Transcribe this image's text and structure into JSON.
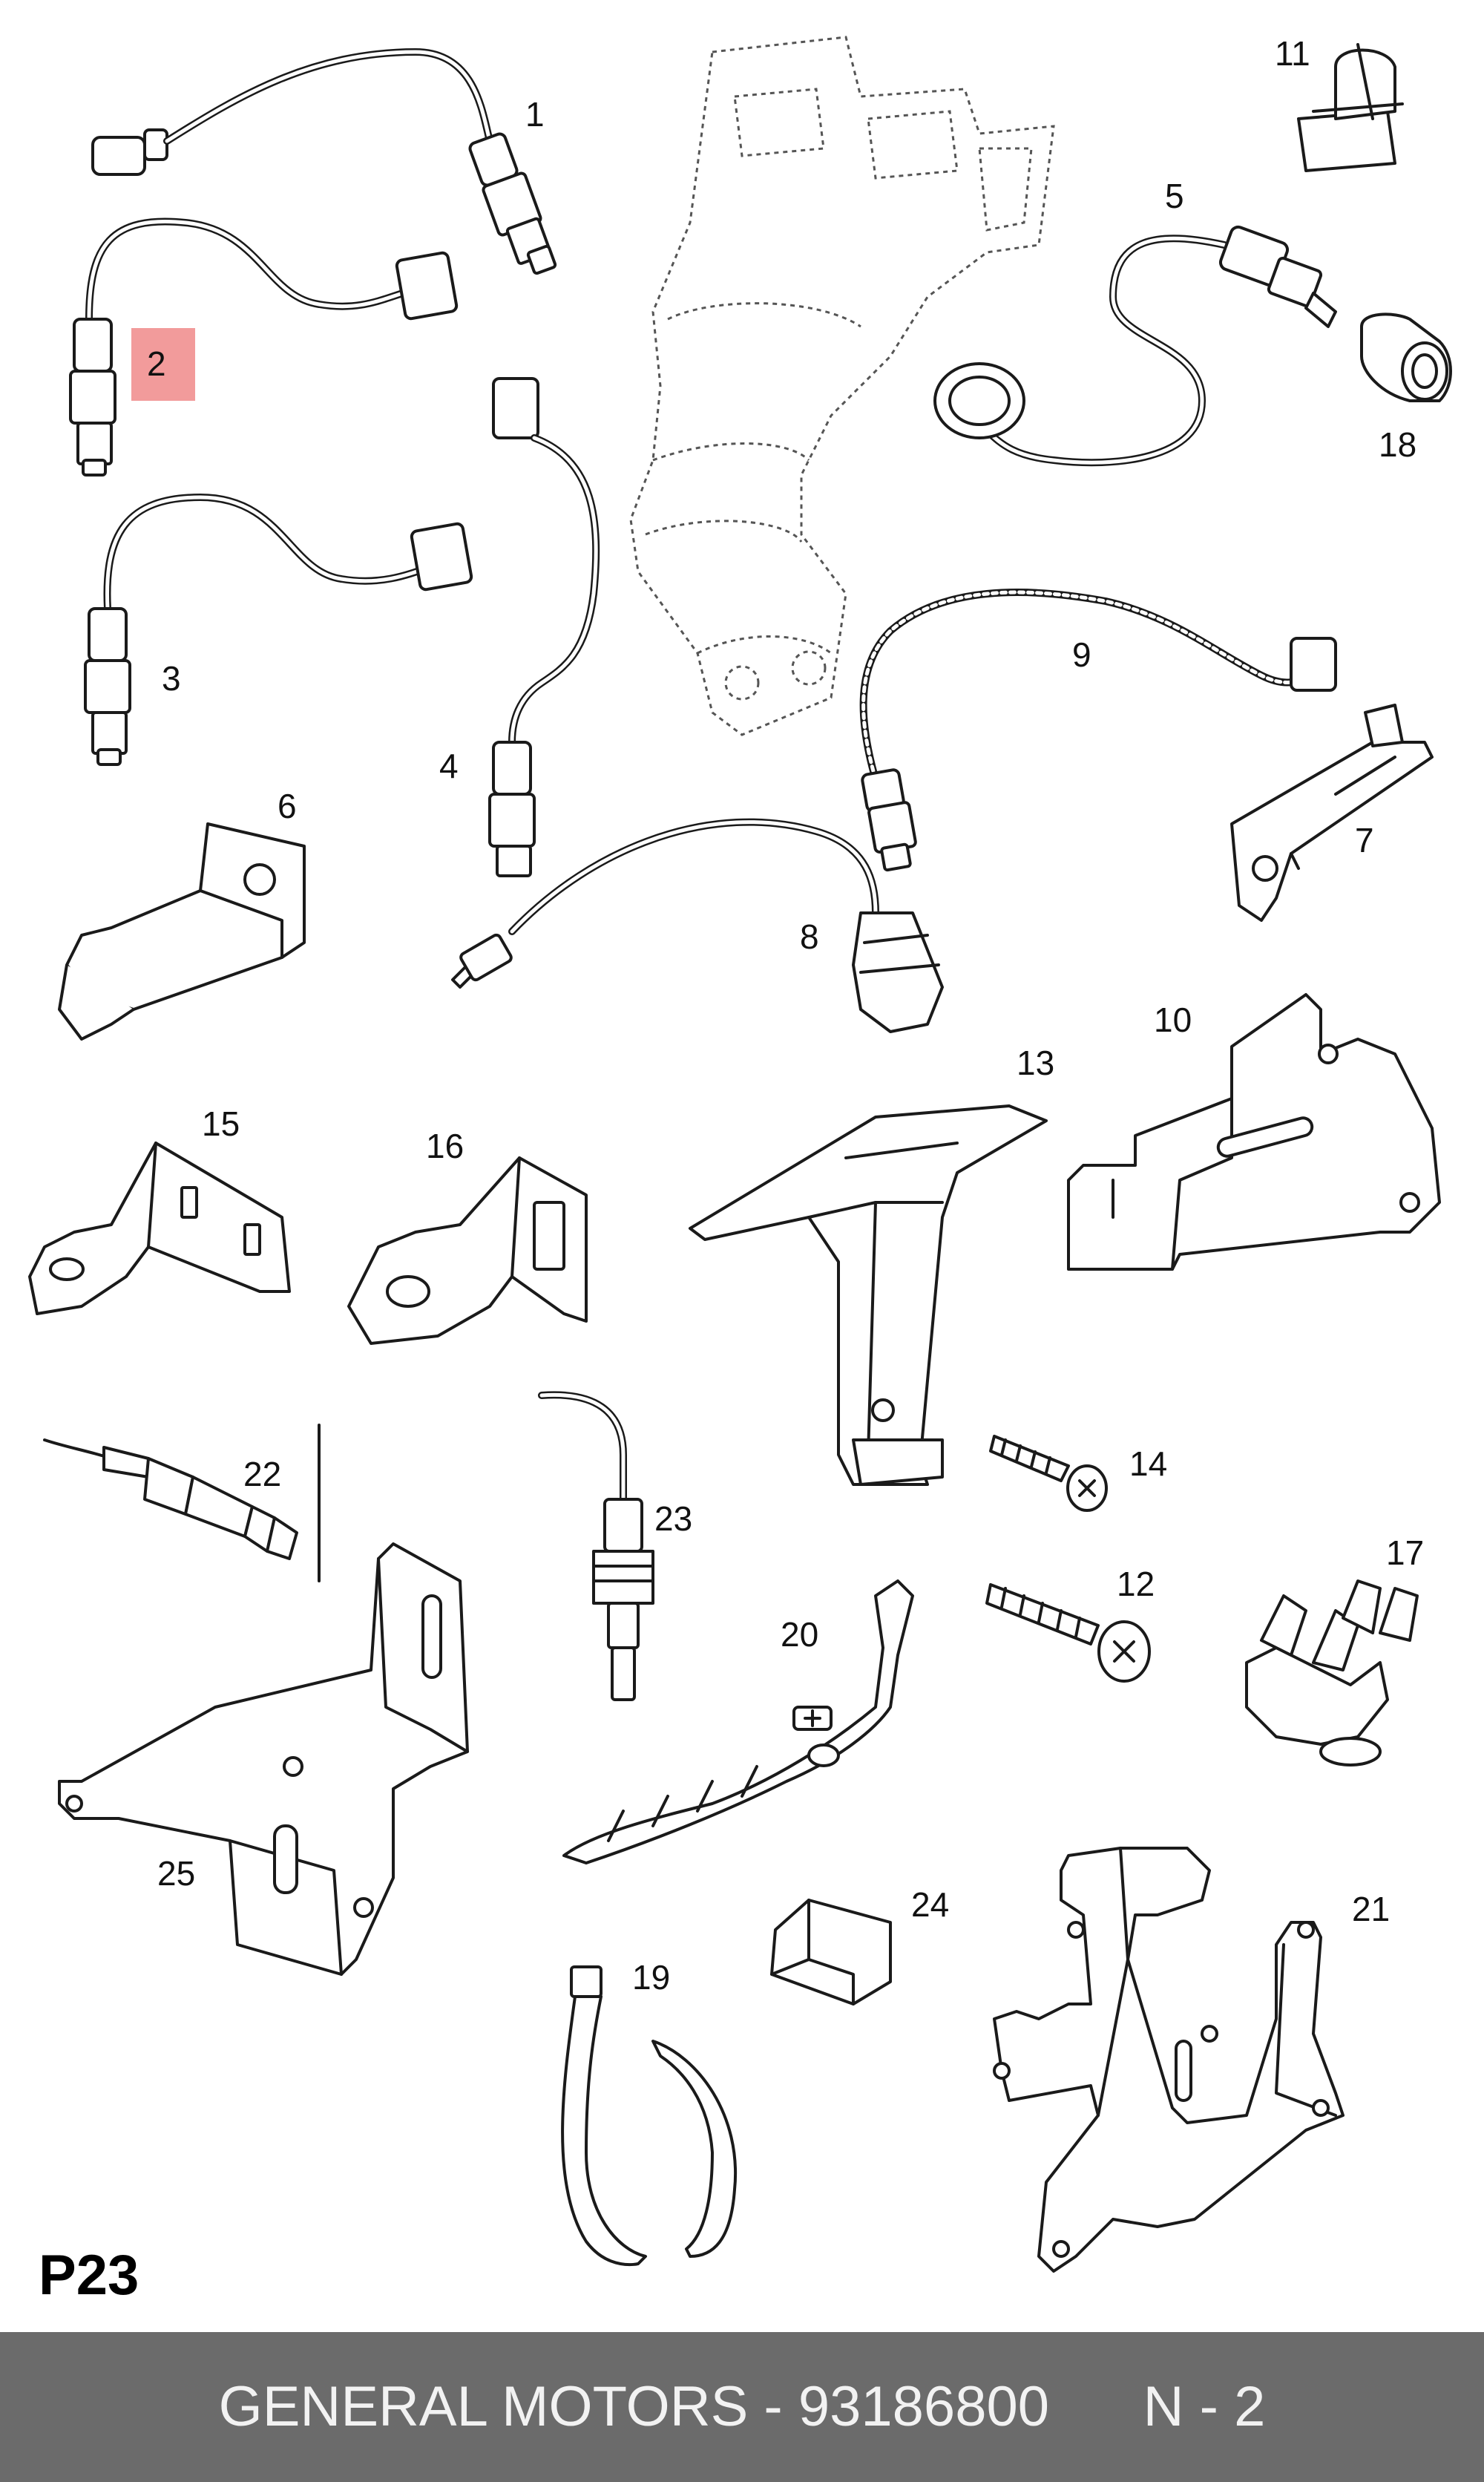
{
  "diagram": {
    "callouts": [
      "1",
      "2",
      "3",
      "4",
      "5",
      "6",
      "7",
      "8",
      "9",
      "10",
      "11",
      "12",
      "13",
      "14",
      "15",
      "16",
      "17",
      "18",
      "19",
      "20",
      "21",
      "22",
      "23",
      "24",
      "25"
    ],
    "highlighted": {
      "label": "2",
      "color": "#f29b9b"
    }
  },
  "page_code": "P23",
  "footer": {
    "text": "GENERAL MOTORS - 93186800      N - 2",
    "background": "#6b6b6b"
  }
}
